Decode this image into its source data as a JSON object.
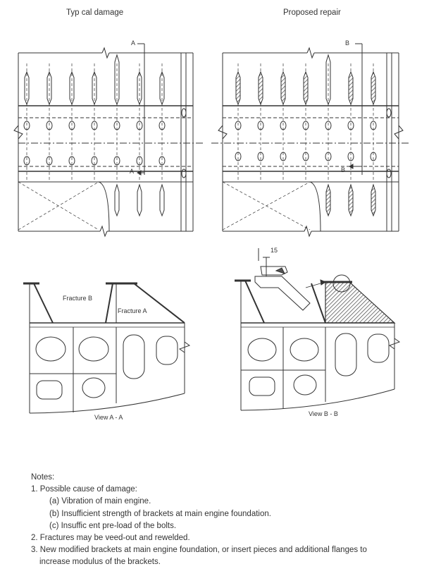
{
  "titles": {
    "left": "Typ cal damage",
    "right": "Proposed repair"
  },
  "markers": {
    "section_a": "A",
    "section_b": "B",
    "dimension": "15"
  },
  "labels": {
    "fracture_b": "Fracture B",
    "fracture_a": "Fracture A",
    "view_aa": "View A - A",
    "view_bb": "View B - B"
  },
  "notes": {
    "heading": "Notes:",
    "items": [
      "1. Possible cause of damage:",
      "(a) Vibration of main engine.",
      "(b) Insufficient strength of brackets at main engine foundation.",
      "(c) Insuffic ent pre-load of the bolts.",
      "2. Fractures may be veed-out and rewelded.",
      "3. New modified brackets at main engine foundation, or insert pieces and additional flanges to",
      "increase modulus of the brackets."
    ]
  },
  "colors": {
    "line": "#333333",
    "hatch": "#555555",
    "background": "#ffffff"
  }
}
